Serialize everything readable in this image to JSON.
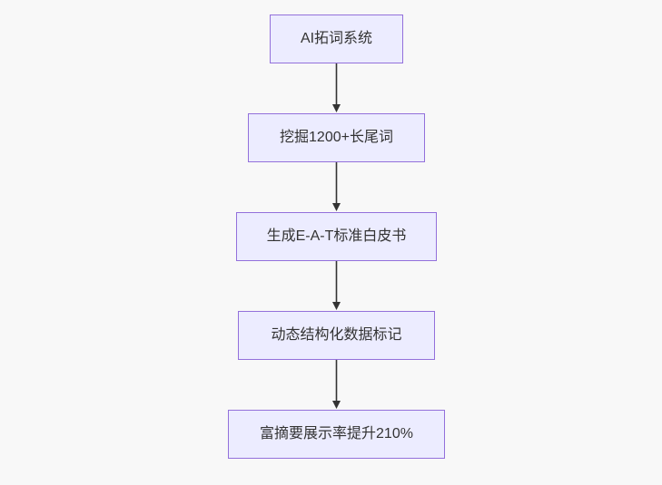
{
  "diagram": {
    "type": "flowchart",
    "direction": "top-down",
    "nodes": [
      {
        "label": "AI拓词系统"
      },
      {
        "label": "挖掘1200+长尾词"
      },
      {
        "label": "生成E-A-T标准白皮书"
      },
      {
        "label": "动态结构化数据标记"
      },
      {
        "label": "富摘要展示率提升210%"
      }
    ],
    "edges": [
      {
        "from": 0,
        "to": 1
      },
      {
        "from": 1,
        "to": 2
      },
      {
        "from": 2,
        "to": 3
      },
      {
        "from": 3,
        "to": 4
      }
    ],
    "colors": {
      "background": "#f8f8f8",
      "node_fill": "#ECECFF",
      "node_border": "#9370DB",
      "node_text": "#333333",
      "arrow": "#333333"
    }
  }
}
